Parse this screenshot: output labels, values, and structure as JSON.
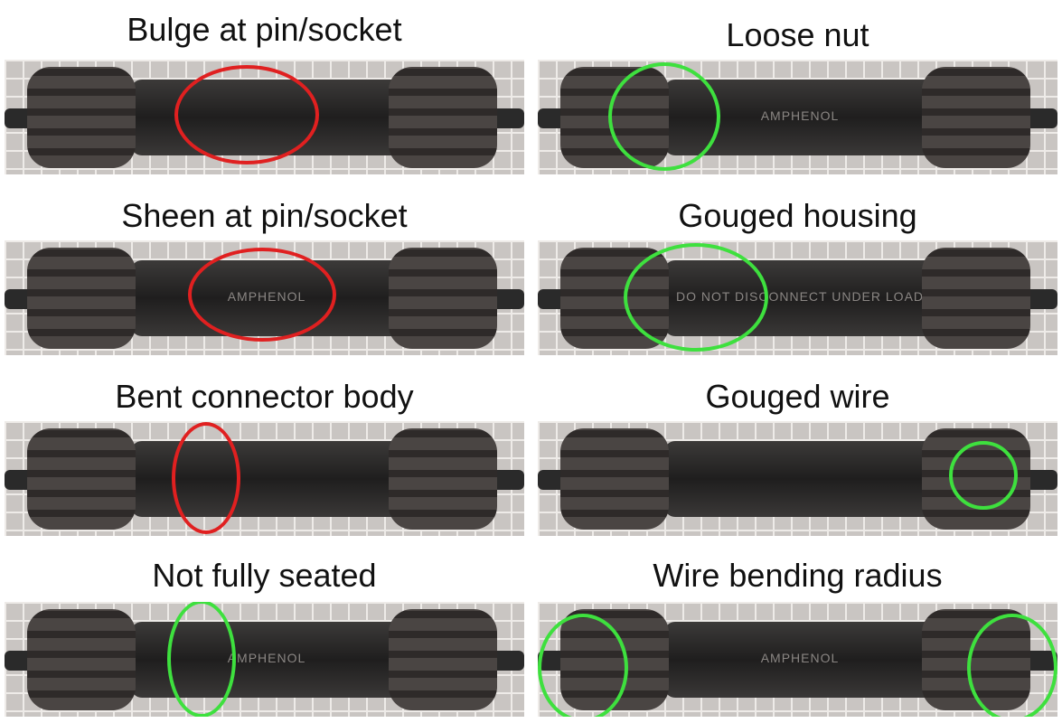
{
  "panels": [
    {
      "label": "Bulge at pin/socket",
      "highlight": "#e02020"
    },
    {
      "label": "Sheen at pin/socket",
      "highlight": "#e02020",
      "brand": "AMPHENOL"
    },
    {
      "label": "Bent connector body",
      "highlight": "#e02020"
    },
    {
      "label": "Not fully seated",
      "highlight": "#3ee03e",
      "brand": "AMPHENOL"
    },
    {
      "label": "Loose nut",
      "highlight": "#3ee03e",
      "brand": "AMPHENOL"
    },
    {
      "label": "Gouged housing",
      "highlight": "#3ee03e",
      "brand": "DO NOT DISCONNECT UNDER LOAD"
    },
    {
      "label": "Gouged wire",
      "highlight": "#3ee03e"
    },
    {
      "label": "Wire bending radius",
      "highlight": "#3ee03e",
      "brand": "AMPHENOL"
    }
  ]
}
